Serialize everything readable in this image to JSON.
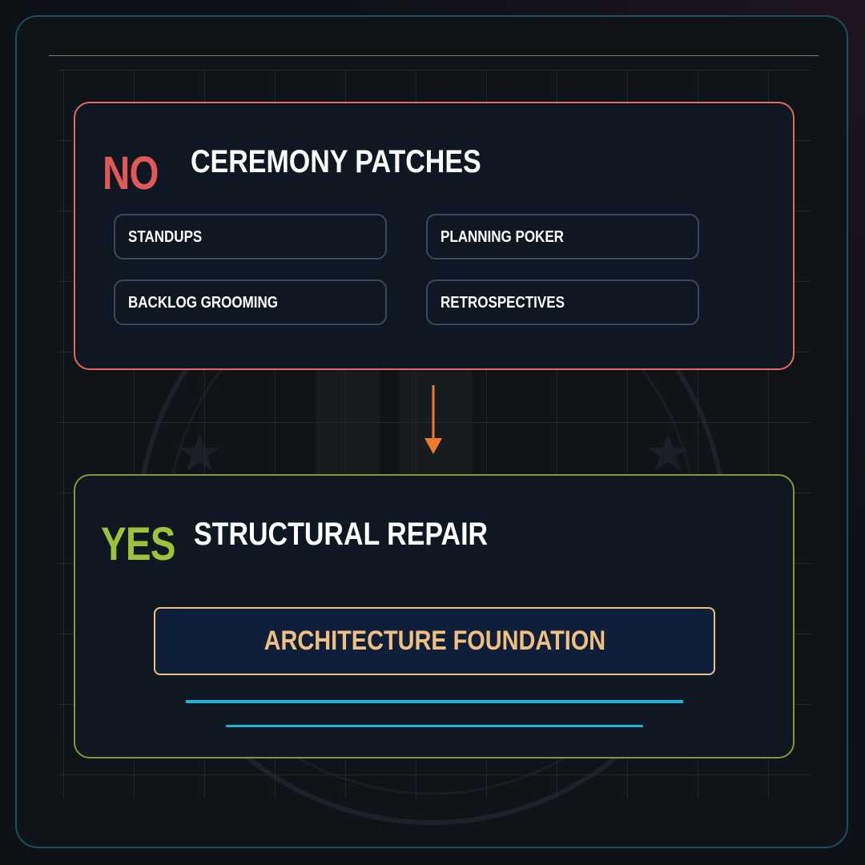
{
  "colors": {
    "no_accent": "#e05858",
    "yes_accent": "#9dc23b",
    "arrow": "#f07a2a",
    "foundation": "#f0c080",
    "lines": "#1fb4d8"
  },
  "no_panel": {
    "tag": "NO",
    "title": "CEREMONY PATCHES",
    "items": [
      {
        "label": "STANDUPS"
      },
      {
        "label": "PLANNING POKER"
      },
      {
        "label": "BACKLOG GROOMING"
      },
      {
        "label": "RETROSPECTIVES"
      }
    ]
  },
  "yes_panel": {
    "tag": "YES",
    "title": "STRUCTURAL REPAIR",
    "foundation_label": "ARCHITECTURE FOUNDATION"
  },
  "icons": {
    "flow_arrow": "arrow-down-icon",
    "watermark": "emblem-watermark"
  }
}
